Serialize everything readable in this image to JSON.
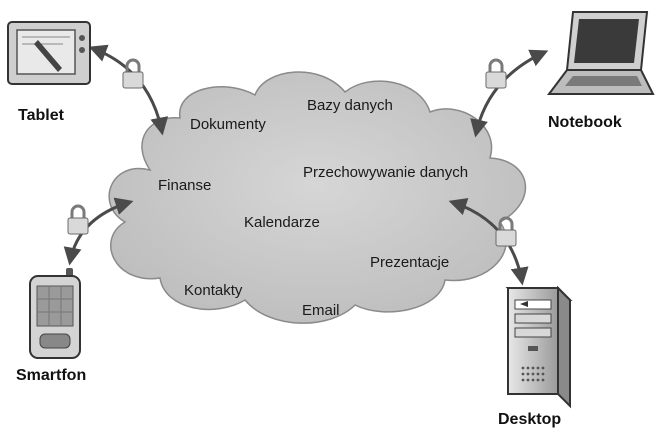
{
  "cloud_items": {
    "databases": "Bazy danych",
    "documents": "Dokumenty",
    "storage": "Przechowywanie danych",
    "finance": "Finanse",
    "calendars": "Kalendarze",
    "presentations": "Prezentacje",
    "contacts": "Kontakty",
    "email": "Email"
  },
  "devices": {
    "tablet": "Tablet",
    "notebook": "Notebook",
    "smartphone": "Smartfon",
    "desktop": "Desktop"
  },
  "colors": {
    "cloud_fill": "#c8c8c8",
    "cloud_stroke": "#8a8a8a",
    "arrow": "#4a4a4a",
    "lock_body": "#d9d9d9",
    "lock_shackle": "#7a7a7a"
  }
}
